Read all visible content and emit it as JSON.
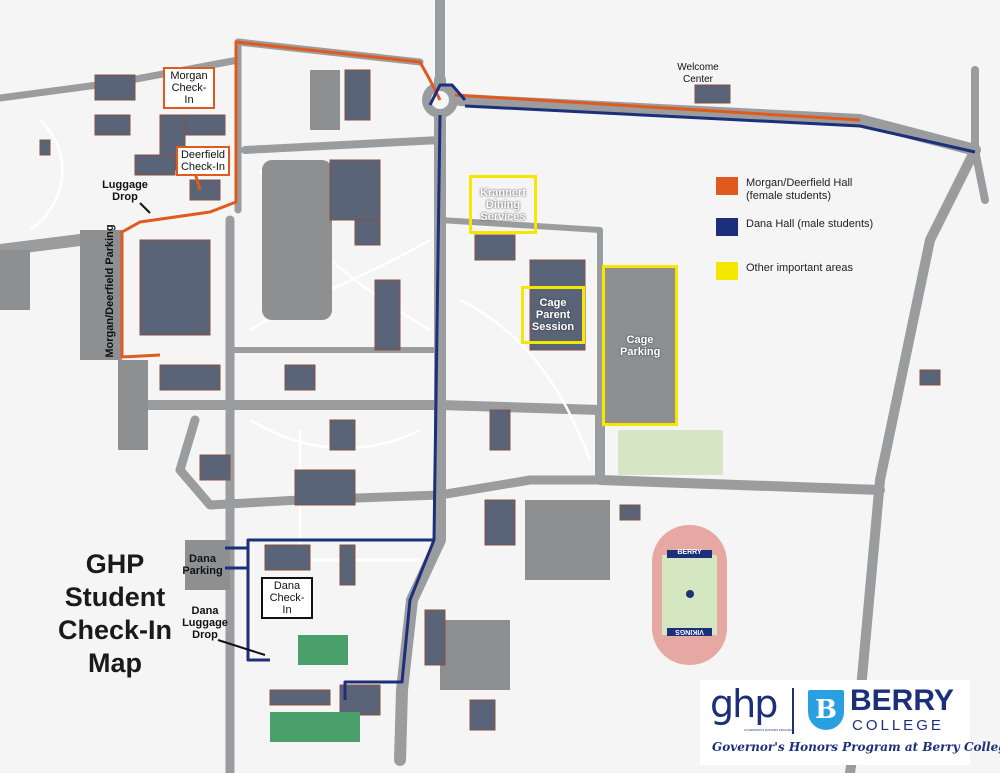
{
  "title": {
    "lines": [
      "GHP",
      "Student",
      "Check-In",
      "Map"
    ]
  },
  "legend": [
    {
      "label": "Morgan/Deerfield Hall (female students)",
      "color": "#e05a1e"
    },
    {
      "label": "Dana Hall (male students)",
      "color": "#1b2f7a"
    },
    {
      "label": "Other important areas",
      "color": "#f5e700"
    }
  ],
  "labels": {
    "morgan_checkin": "Morgan Check-In",
    "deerfield_checkin": "Deerfield Check-In",
    "luggage_drop": "Luggage Drop",
    "morgan_deerfield_parking": "Morgan/Deerfield Parking",
    "welcome_center": "Welcome Center",
    "krannert": "Krannert Dining Services",
    "cage_parent": "Cage Parent Session",
    "cage_parking": "Cage Parking",
    "dana_parking": "Dana Parking",
    "dana_checkin": "Dana Check-In",
    "dana_luggage": "Dana Luggage Drop",
    "field_top": "BERRY",
    "field_bottom": "VIKINGS"
  },
  "logo": {
    "ghp": "ghp",
    "ghp_sub": "GOVERNOR'S HONORS PROGRAM",
    "berry": "BERRY",
    "college": "COLLEGE",
    "shield_letter": "B",
    "tagline": "Governor's Honors Program at Berry College"
  }
}
